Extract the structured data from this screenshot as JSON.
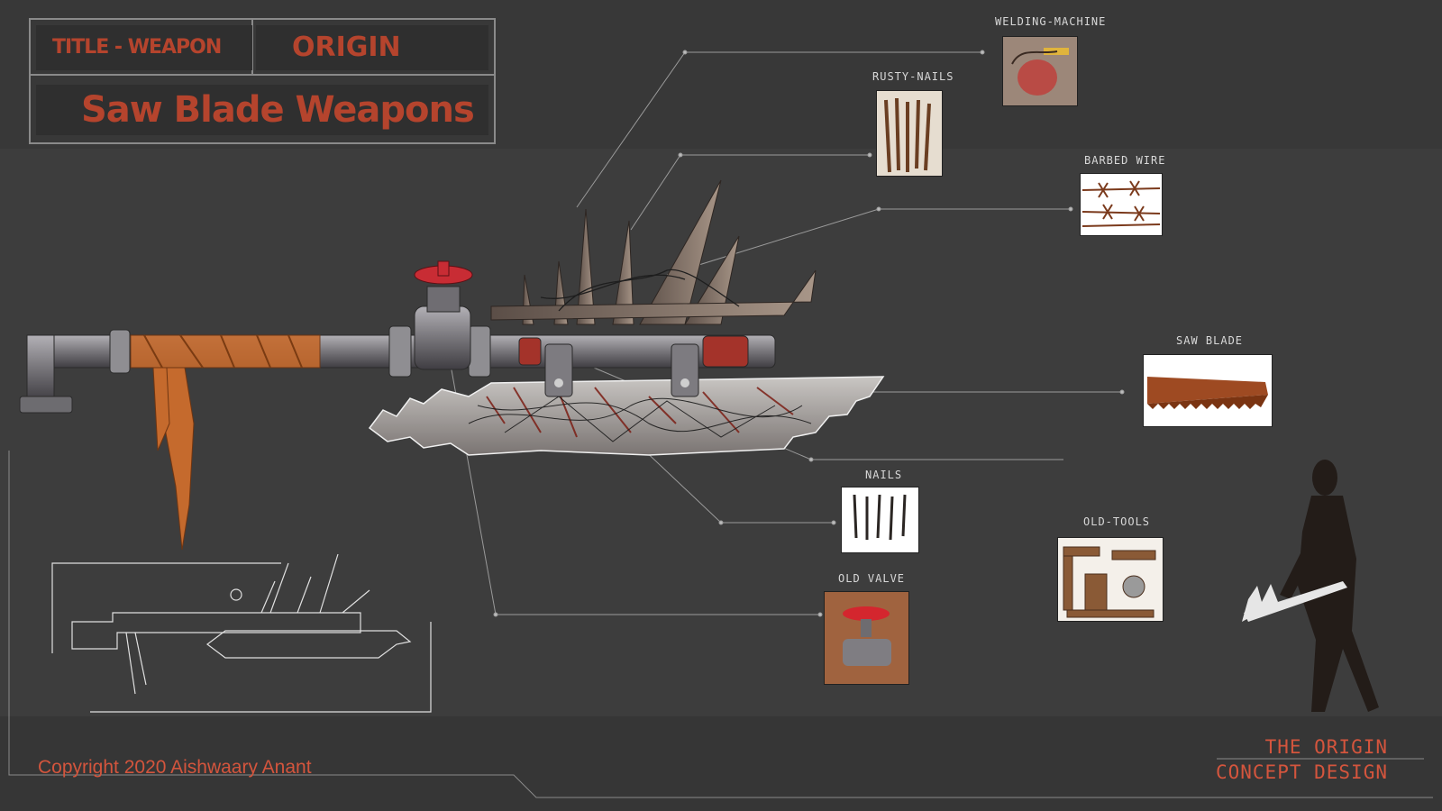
{
  "header": {
    "label_title": "TITLE - WEAPON",
    "label_origin": "ORIGIN",
    "weapon_name": "Saw Blade Weapons"
  },
  "parts": [
    {
      "label": "WELDING-MACHINE",
      "icon": "welding-machine-photo"
    },
    {
      "label": "RUSTY-NAILS",
      "icon": "rusty-nails-photo"
    },
    {
      "label": "BARBED WIRE",
      "icon": "barbed-wire-photo"
    },
    {
      "label": "SAW BLADE",
      "icon": "saw-blade-photo"
    },
    {
      "label": "NAILS",
      "icon": "nails-photo"
    },
    {
      "label": "OLD-TOOLS",
      "icon": "old-tools-photo"
    },
    {
      "label": "OLD VALVE",
      "icon": "old-valve-photo"
    }
  ],
  "footer": {
    "copyright": "Copyright 2020 Aishwaary Anant",
    "studio_line1": "THE ORIGIN",
    "studio_line2": "CONCEPT DESIGN"
  },
  "colors": {
    "background": "#3d3d3d",
    "accent": "#d4553d",
    "title_red": "#b5442d",
    "rust": "#b8612f",
    "steel": "#8d8c90"
  }
}
